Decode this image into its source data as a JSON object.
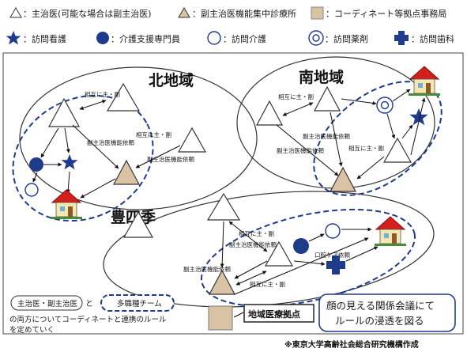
{
  "legend": {
    "row1": [
      {
        "icon": "triangle-white",
        "label": "：主治医(可能な場合は副主治医)"
      },
      {
        "icon": "triangle-tan",
        "label": "：副主治医機能集中診療所"
      },
      {
        "icon": "square-tan",
        "label": "：コーディネート等拠点事務局"
      }
    ],
    "row2": [
      {
        "icon": "star-blue",
        "label": "：訪問看護"
      },
      {
        "icon": "circle-blue-filled",
        "label": "：介護支援専門員"
      },
      {
        "icon": "circle-open",
        "label": "：訪問介護"
      },
      {
        "icon": "double-circle",
        "label": "：訪問薬剤"
      },
      {
        "icon": "cross-blue",
        "label": "：訪問歯科"
      }
    ]
  },
  "regions": {
    "north": "北地域",
    "south": "南地域",
    "toyoshiki": "豊四季"
  },
  "labels": {
    "mutual": "相互に主・副",
    "request": "副主治医機能依頼",
    "oral_care": "口腔ケア依頼"
  },
  "bottom": {
    "pill_doctor": "主治医・副主治医",
    "and": "と",
    "pill_team": "多職種チーム",
    "note_line1": "の両方についてコーディネートと連携のルール",
    "note_line2": "を定めていく",
    "hub_label": "地域医療拠点",
    "meeting_line1": "顔の見える関係会議にて",
    "meeting_line2": "ルールの浸透を図る",
    "credit": "※東京大学高齢社会総合研究機構作成"
  },
  "colors": {
    "blue": "#1f3c8c",
    "tan": "#d9c3a4",
    "house_roof": "#d4201c",
    "house_wall": "#f4e7b0",
    "dashed": "#1f3c8c"
  }
}
